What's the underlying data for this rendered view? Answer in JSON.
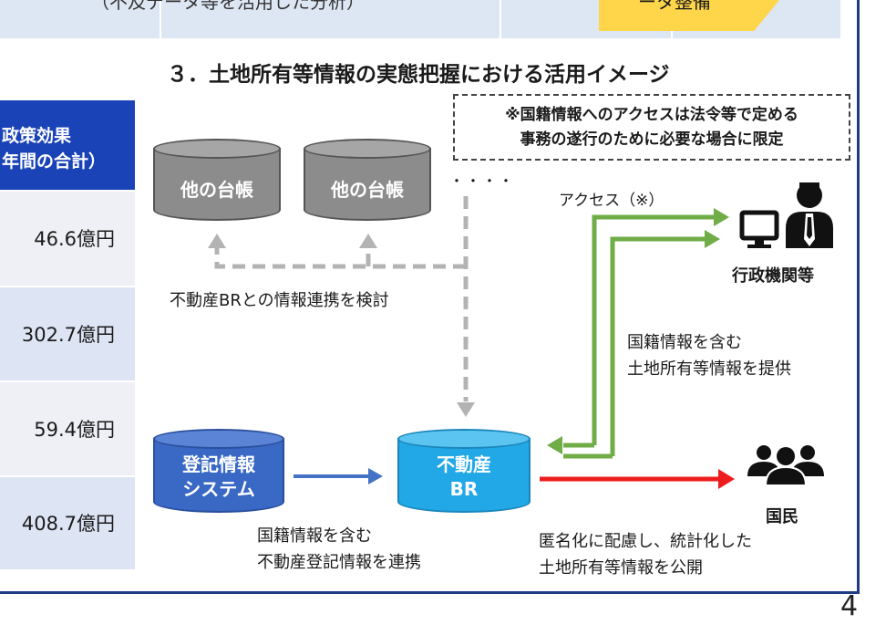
{
  "top": {
    "text": "（不及データ等を活用した分析）",
    "yellow_text": "ータ整備"
  },
  "section_title": "３．土地所有等情報の実態把握における活用イメージ",
  "table": {
    "header_line1": "政策効果",
    "header_line2": "年間の合計）",
    "values": [
      "46.6億円",
      "302.7億円",
      "59.4億円",
      "408.7億円"
    ]
  },
  "note": {
    "line1": "※国籍情報へのアクセスは法令等で定める",
    "line2": "事務の遂行のために必要な場合に限定"
  },
  "dots": "・・・・",
  "ledger1": "他の台帳",
  "ledger2": "他の台帳",
  "link_label": "不動産BRとの情報連携を検討",
  "registry": {
    "line1": "登記情報",
    "line2": "システム"
  },
  "br": {
    "line1": "不動産",
    "line2": "BR"
  },
  "access_label": "アクセス（※）",
  "gov_label": "行政機関等",
  "provide_label": {
    "line1": "国籍情報を含む",
    "line2": "土地所有等情報を提供"
  },
  "registry_link_label": {
    "line1": "国籍情報を含む",
    "line2": "不動産登記情報を連携"
  },
  "citizen_label": "国民",
  "publish_label": {
    "line1": "匿名化に配慮し、統計化した",
    "line2": "土地所有等情報を公開"
  },
  "page_number": "4",
  "colors": {
    "gray_db": "#8c8c8c",
    "blue_db": "#3a68c5",
    "cyan_db": "#22a8e6",
    "green_arrow": "#70ad47",
    "red_arrow": "#ee1c1c",
    "blue_arrow": "#4472c4",
    "dashed_arrow": "#b3b3b3",
    "table_header": "#1b43b8"
  }
}
